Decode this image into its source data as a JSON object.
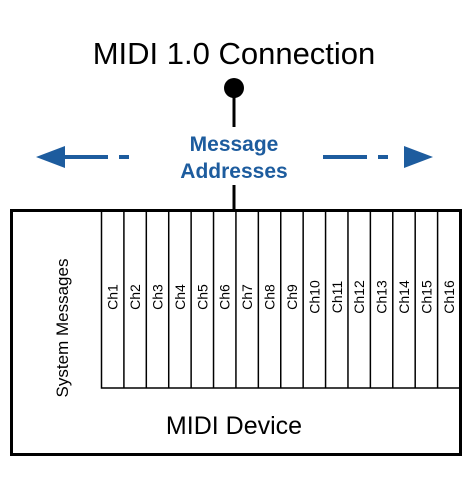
{
  "title": "MIDI 1.0 Connection",
  "address_label": {
    "line1": "Message",
    "line2": "Addresses"
  },
  "system_messages_label": "System Messages",
  "device_label": "MIDI Device",
  "channels": [
    "Ch1",
    "Ch2",
    "Ch3",
    "Ch4",
    "Ch5",
    "Ch6",
    "Ch7",
    "Ch8",
    "Ch9",
    "Ch10",
    "Ch11",
    "Ch12",
    "Ch13",
    "Ch14",
    "Ch15",
    "Ch16"
  ],
  "colors": {
    "accent": "#1d5c9e",
    "line": "#000000",
    "background": "#ffffff"
  },
  "icons": {
    "left_arrow": "arrow-left-icon",
    "right_arrow": "arrow-right-icon",
    "connection_point": "connection-dot-icon"
  }
}
